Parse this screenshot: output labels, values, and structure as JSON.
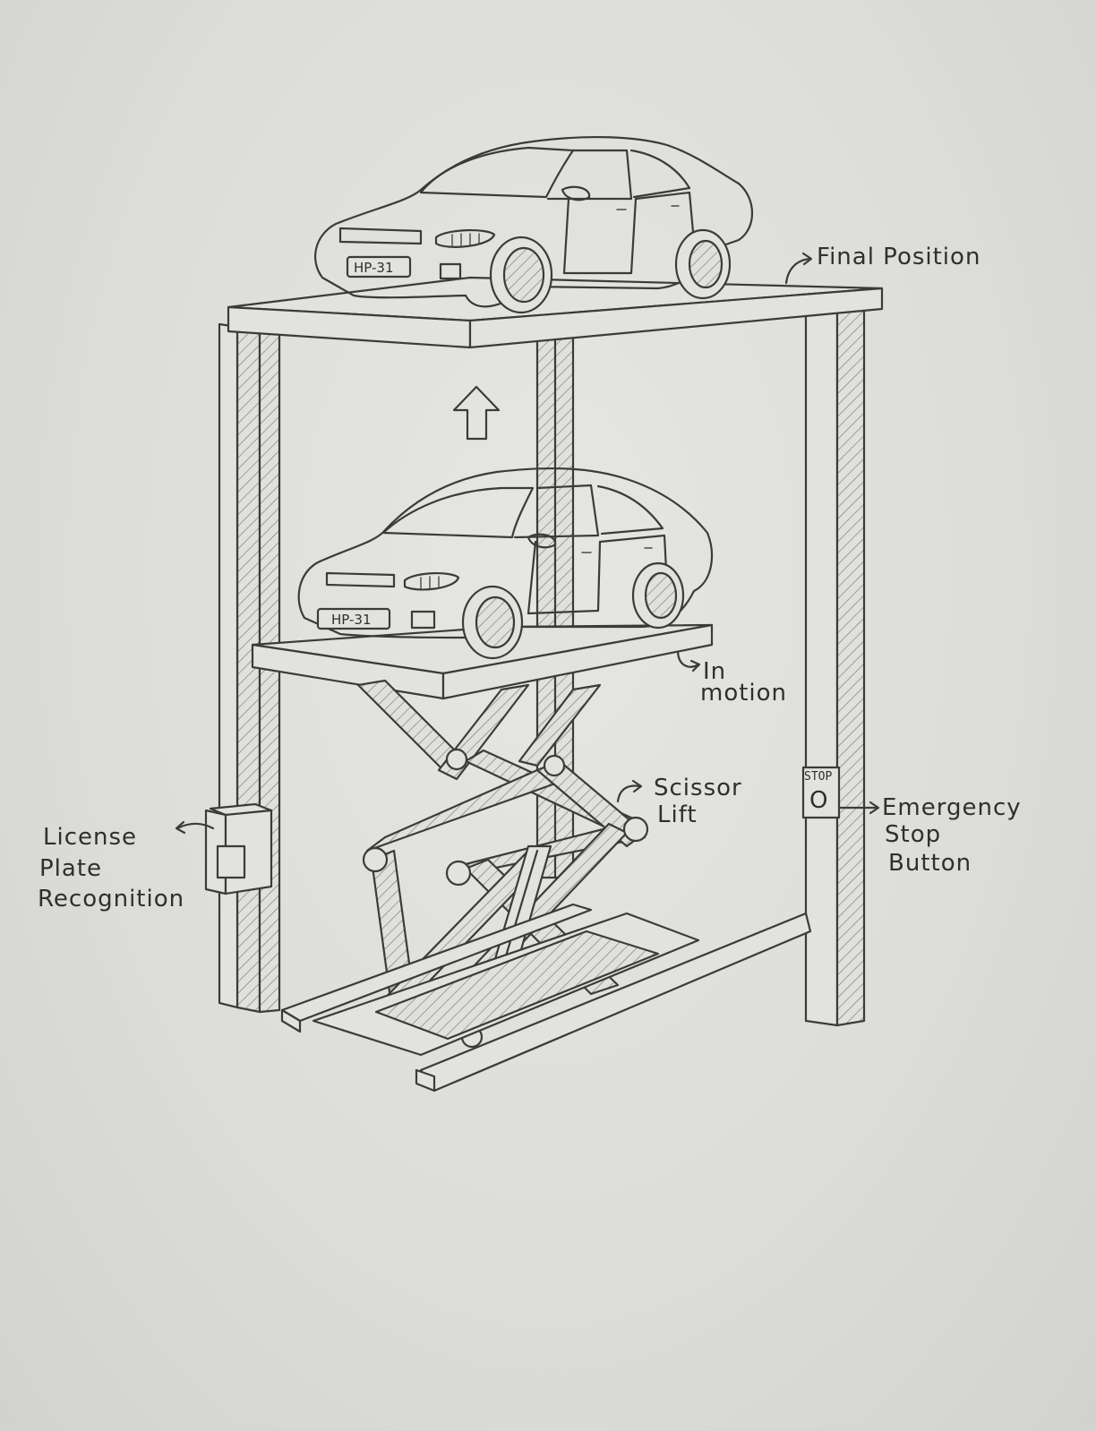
{
  "labels": {
    "final_position": "Final Position",
    "in_motion_line1": "In",
    "in_motion_line2": "motion",
    "scissor_line1": "Scissor",
    "scissor_line2": "Lift",
    "emergency_line1": "Emergency",
    "emergency_line2": "Stop",
    "emergency_line3": "Button",
    "license_line1": "License",
    "license_line2": "Plate",
    "license_line3": "Recognition"
  },
  "plates": {
    "top_car": "HP-31",
    "middle_car": "HP-31"
  },
  "stop_button": {
    "label": "STOP",
    "glyph": "O"
  },
  "icons": {
    "direction": "up-arrow-icon"
  },
  "colors": {
    "ink": "#3b3b38",
    "paper": "#dcdcd8"
  }
}
